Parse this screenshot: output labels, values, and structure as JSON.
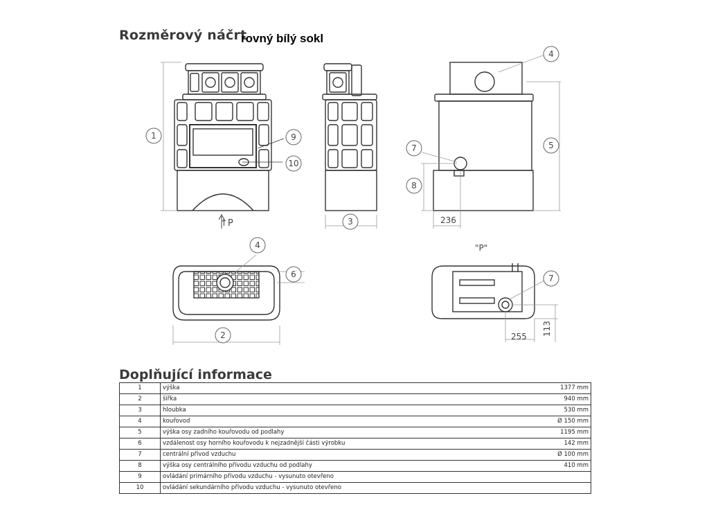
{
  "header": {
    "title": "Rozměrový náčrt",
    "subtitle": "rovný bílý sokl"
  },
  "drawing": {
    "callouts": {
      "c1": "1",
      "c2": "2",
      "c3": "3",
      "c4a": "4",
      "c4b": "4",
      "c5": "5",
      "c6": "6",
      "c7a": "7",
      "c7b": "7",
      "c8": "8",
      "c9": "9",
      "c10": "10"
    },
    "dimensions": {
      "d236": "236",
      "d255": "255",
      "d113": "113"
    },
    "view_marker_arrow": "↑P",
    "view_label_p": "\"P\""
  },
  "info": {
    "title": "Doplňující informace",
    "rows": [
      {
        "num": "1",
        "label": "výška",
        "value": "1377 mm"
      },
      {
        "num": "2",
        "label": "šířka",
        "value": "940 mm"
      },
      {
        "num": "3",
        "label": "hloubka",
        "value": "530 mm"
      },
      {
        "num": "4",
        "label": "kouřovod",
        "value": "Ø 150 mm"
      },
      {
        "num": "5",
        "label": "výška osy zadního kouřovodu od podlahy",
        "value": "1195 mm"
      },
      {
        "num": "6",
        "label": "vzdálenost osy horního kouřovodu k nejzadnější části výrobku",
        "value": "142 mm"
      },
      {
        "num": "7",
        "label": "centrální přívod vzduchu",
        "value": "Ø 100 mm"
      },
      {
        "num": "8",
        "label": "výška osy centrálního přívodu vzduchu od podlahy",
        "value": "410 mm"
      },
      {
        "num": "9",
        "label": "ovládání primárního přívodu vzduchu - vysunuto otevřeno",
        "value": ""
      },
      {
        "num": "10",
        "label": "ovládání sekundárního přívodu vzduchu - vysunuto otevřeno",
        "value": ""
      }
    ]
  }
}
